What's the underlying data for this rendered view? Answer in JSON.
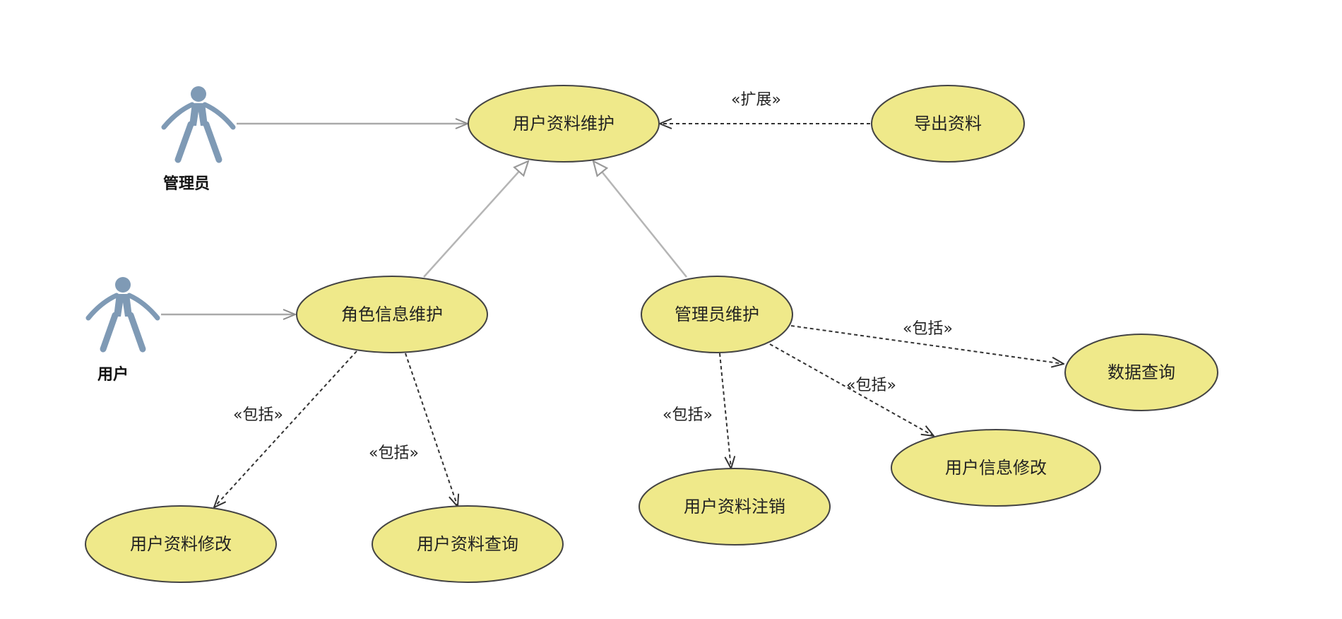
{
  "colors": {
    "usecase_fill": "#efe98a",
    "usecase_stroke": "#444444",
    "actor": "#7f9ab5",
    "assoc_line": "#a9a9a9",
    "generalization_line": "#b5b5b5",
    "dependency_line": "#333333"
  },
  "actors": {
    "admin": {
      "label": "管理员"
    },
    "user": {
      "label": "用户"
    }
  },
  "usecases": {
    "user_profile_maintenance": "用户资料维护",
    "export_profile": "导出资料",
    "role_info_maintenance": "角色信息维护",
    "admin_maintenance": "管理员维护",
    "data_query": "数据查询",
    "user_info_modify": "用户信息修改",
    "user_profile_cancel": "用户资料注销",
    "user_profile_modify": "用户资料修改",
    "user_profile_query": "用户资料查询"
  },
  "relations": {
    "extend": "«扩展»",
    "include_data_query": "«包括»",
    "include_user_info_modify": "«包括»",
    "include_user_profile_cancel": "«包括»",
    "include_user_profile_modify": "«包括»",
    "include_user_profile_query": "«包括»"
  }
}
